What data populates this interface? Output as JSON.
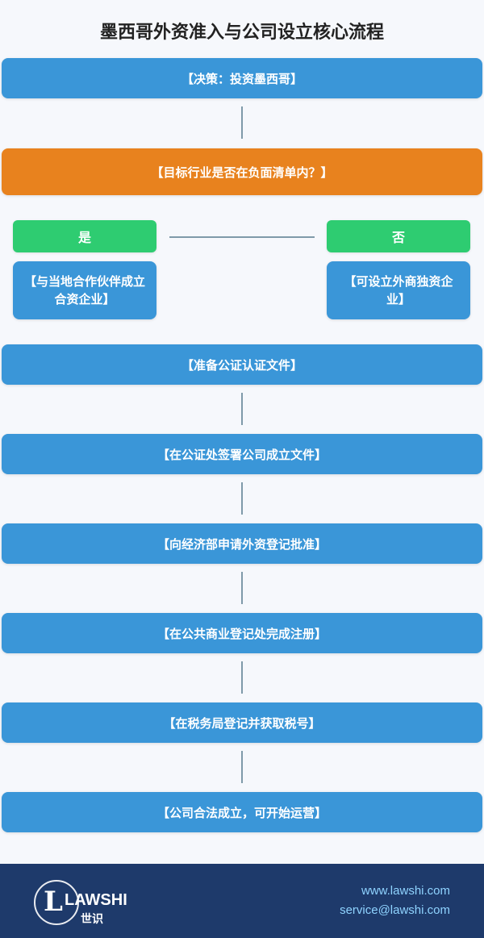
{
  "title": "墨西哥外资准入与公司设立核心流程",
  "start": "【决策：投资墨西哥】",
  "decision": "【目标行业是否在负面清单内？】",
  "yes_label": "是",
  "no_label": "否",
  "yes_result": "【与当地合作伙伴成立合资企业】",
  "no_result": "【可设立外商独资企业】",
  "steps": [
    "【准备公证认证文件】",
    "【在公证处签署公司成立文件】",
    "【向经济部申请外资登记批准】",
    "【在公共商业登记处完成注册】",
    "【在税务局登记并获取税号】",
    "【公司合法成立，可开始运营】"
  ],
  "footer": {
    "logo_text": "LAWSHI",
    "logo_cn": "世识",
    "website": "www.lawshi.com",
    "email": "service@lawshi.com"
  },
  "colors": {
    "step": "#3a96d8",
    "decision": "#e8821e",
    "choice": "#2ecc71",
    "footer": "#1e3a6b"
  }
}
